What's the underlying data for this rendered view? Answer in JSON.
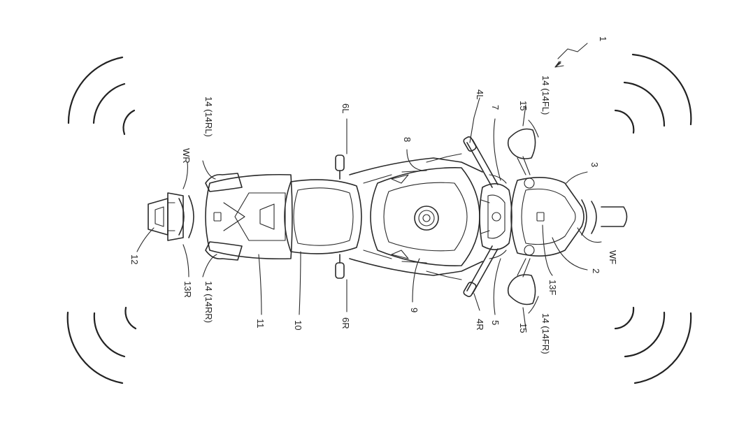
{
  "labels": {
    "ref_1": "1",
    "ref_2": "2",
    "ref_3": "3",
    "ref_4L": "4L",
    "ref_4R": "4R",
    "ref_5": "5",
    "ref_6L": "6L",
    "ref_6R": "6R",
    "ref_7": "7",
    "ref_8": "8",
    "ref_9": "9",
    "ref_10": "10",
    "ref_11": "11",
    "ref_12": "12",
    "ref_13F": "13F",
    "ref_13R": "13R",
    "ref_14FL": "14 (14FL)",
    "ref_14FR": "14 (14FR)",
    "ref_14RL": "14 (14RL)",
    "ref_14RR": "14 (14RR)",
    "ref_15_left": "15",
    "ref_15_right": "15",
    "ref_WF": "WF",
    "ref_WR": "WR"
  }
}
